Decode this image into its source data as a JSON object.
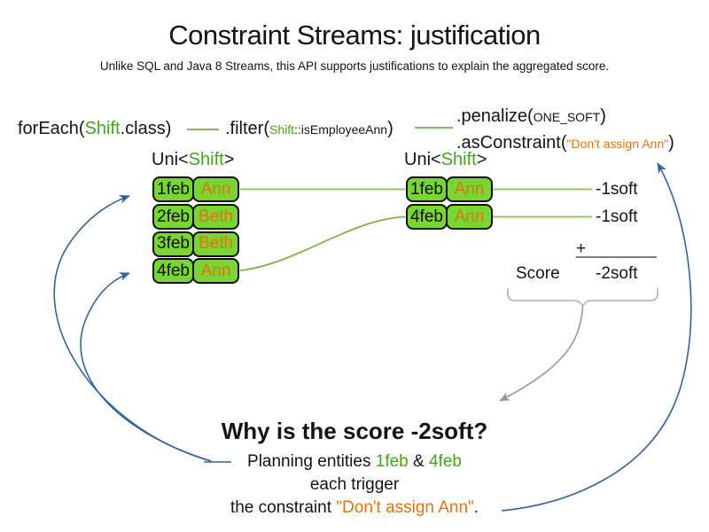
{
  "title": "Constraint Streams: justification",
  "subtitle": "Unlike SQL and Java 8 Streams, this API supports justifications to explain the aggregated score.",
  "code": {
    "foreach_prefix": "forEach(",
    "foreach_class": "Shift",
    "foreach_suffix": ".class)",
    "filter_prefix": ".filter(",
    "filter_arg_class": "Shift",
    "filter_arg_method": "::isEmployeeAnn",
    "filter_suffix": ")",
    "penalize_prefix": ".penalize(",
    "penalize_arg": "ONE_SOFT",
    "penalize_suffix": ")",
    "asconstraint_prefix": ".asConstraint(",
    "asconstraint_arg": "\"Don't assign Ann\"",
    "asconstraint_suffix": ")"
  },
  "left_stream": {
    "type_prefix": "Uni<",
    "type_class": "Shift",
    "type_suffix": ">",
    "rows": [
      {
        "date": "1feb",
        "employee": "Ann"
      },
      {
        "date": "2feb",
        "employee": "Beth"
      },
      {
        "date": "3feb",
        "employee": "Beth"
      },
      {
        "date": "4feb",
        "employee": "Ann"
      }
    ]
  },
  "right_stream": {
    "type_prefix": "Uni<",
    "type_class": "Shift",
    "type_suffix": ">",
    "rows": [
      {
        "date": "1feb",
        "employee": "Ann"
      },
      {
        "date": "4feb",
        "employee": "Ann"
      }
    ]
  },
  "penalties": [
    "-1soft",
    "-1soft"
  ],
  "score_summary": {
    "plus": "+",
    "score_label": "Score",
    "total": "-2soft"
  },
  "explanation": {
    "heading": "Why is the score -2soft?",
    "line1_prefix": "Planning entities ",
    "line1_entity1": "1feb",
    "line1_amp": " & ",
    "line1_entity2": "4feb",
    "line2": "each trigger",
    "line3_prefix": "the constraint ",
    "line3_constraint": "\"Don't assign Ann\"",
    "line3_suffix": "."
  },
  "colors": {
    "entity_green_fill": "#77d631",
    "green_text": "#45a31d",
    "orange_text": "#e0740f",
    "blue_arrow": "#33639f",
    "gray_arrow": "#999999",
    "light_green_line": "#97c464"
  }
}
